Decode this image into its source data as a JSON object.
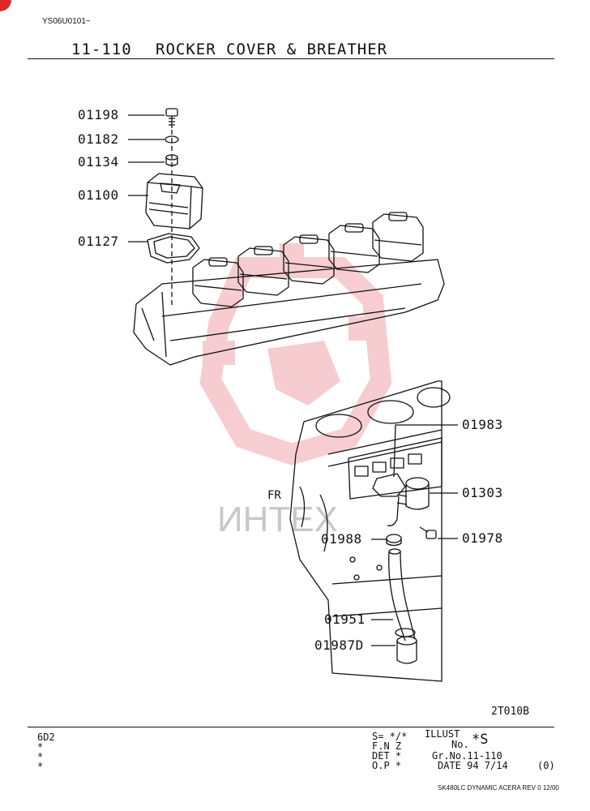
{
  "header": {
    "doc_code": "YS06U0101~",
    "section_number": "11-110",
    "section_title": "ROCKER COVER & BREATHER"
  },
  "parts": {
    "p01198": "01198",
    "p01182": "01182",
    "p01134": "01134",
    "p01100": "01100",
    "p01127": "01127",
    "p01983": "01983",
    "p01303": "01303",
    "p01978": "01978",
    "p01988": "01988",
    "p01951": "01951",
    "p01987D": "01987D"
  },
  "labels": {
    "fr": "FR",
    "watermark": "ИНТЕХ",
    "illustration_code": "2T010B"
  },
  "footer": {
    "model": "6D2",
    "stars": [
      "*",
      "*",
      "*"
    ],
    "s_line": "S= */*",
    "fnz_line": "F.N Z",
    "det_line": "DET *",
    "op_line": "O.P *",
    "illust_label": "ILLUST",
    "no_label": "No.",
    "illust_no": "*S",
    "gr_no": "Gr.No.11-110",
    "date": "DATE 94 7/14",
    "rev": "(0)",
    "publication": "SK480LC DYNAMIC ACERA REV 0 12/00"
  },
  "colors": {
    "ink": "#111111",
    "watermark": "#e8707a",
    "marker": "#e0282a"
  }
}
